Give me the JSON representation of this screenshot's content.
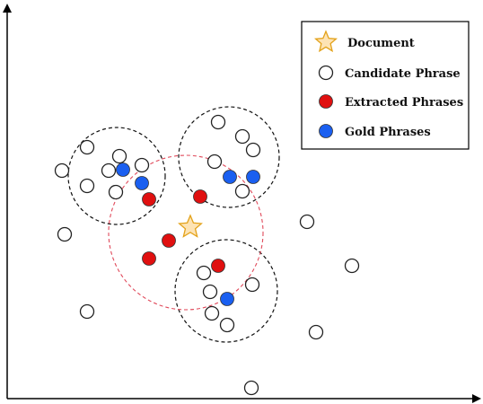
{
  "legend": {
    "document_label": "Document",
    "candidate_label": "Candidate Phrase",
    "extracted_label": "Extracted Phrases",
    "gold_label": "Gold Phrases"
  },
  "colors": {
    "axis": "#000000",
    "cluster_border": "#111111",
    "document_radius_border": "#e0495a",
    "candidate_fill": "#ffffff",
    "candidate_stroke": "#222222",
    "extracted_fill": "#e01010",
    "gold_fill": "#1a5ff0",
    "star_fill": "#fde3b4",
    "star_stroke": "#e3a21a"
  }
}
